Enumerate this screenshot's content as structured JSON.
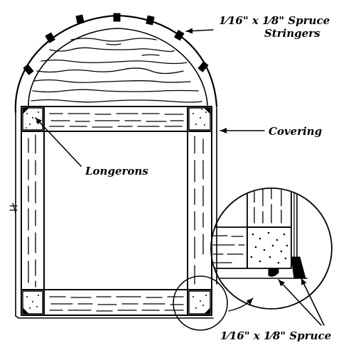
{
  "figure": {
    "labels": {
      "stringers_line1": "1⁄16\" x 1⁄8\" Spruce",
      "stringers_line2": "Stringers",
      "covering": "Covering",
      "longerons": "Longerons",
      "corner_strip": "1⁄16\" x 1⁄8\" Spruce"
    }
  }
}
